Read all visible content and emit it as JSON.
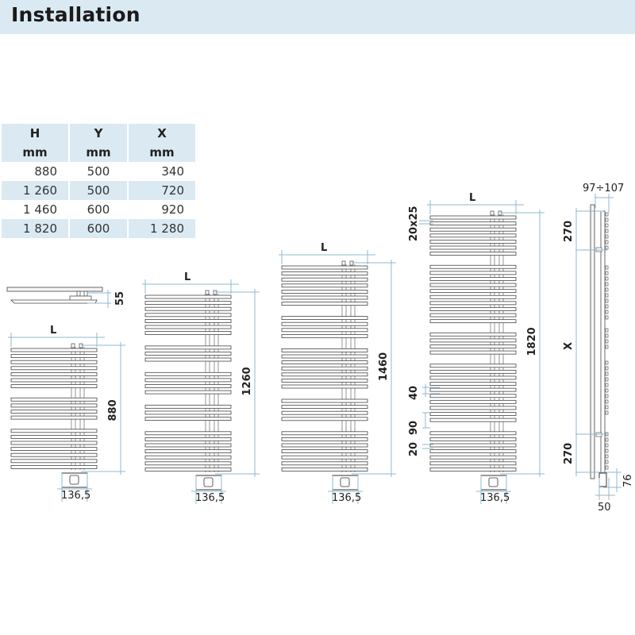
{
  "header": {
    "title": "Installation"
  },
  "table": {
    "columns": [
      {
        "name": "H",
        "unit": "mm"
      },
      {
        "name": "Y",
        "unit": "mm"
      },
      {
        "name": "X",
        "unit": "mm"
      }
    ],
    "rows": [
      [
        "880",
        "500",
        "340"
      ],
      [
        "1 260",
        "500",
        "720"
      ],
      [
        "1 460",
        "600",
        "920"
      ],
      [
        "1 820",
        "600",
        "1 280"
      ]
    ]
  },
  "colors": {
    "accent_light_blue": "#dbeaf2",
    "dimension_line": "#8fb8d0",
    "drawing_line": "#444444"
  },
  "drawings": {
    "top_view": {
      "depth_label": "55"
    },
    "radiators": [
      {
        "height_label": "880",
        "width_label": "L",
        "connector_label": "136,5",
        "bar_groups": [
          7,
          4,
          7
        ]
      },
      {
        "height_label": "1260",
        "width_label": "L",
        "connector_label": "136,5",
        "bar_groups": [
          7,
          3,
          4,
          3,
          7
        ]
      },
      {
        "height_label": "1460",
        "width_label": "L",
        "connector_label": "136,5",
        "bar_groups": [
          7,
          4,
          7,
          4,
          7
        ]
      },
      {
        "height_label": "1820",
        "width_label": "L",
        "connector_label": "136,5",
        "bar_groups": [
          7,
          10,
          4,
          10,
          7
        ],
        "tube_label": "20x25",
        "spacing_label": "40",
        "gap_label": "90",
        "bar_label": "20"
      }
    ],
    "side_view": {
      "depth_label": "97÷107",
      "top_offset_label": "270",
      "x_label": "X",
      "bottom_offset_label": "270",
      "element_height_label": "76",
      "element_width_label": "50"
    }
  }
}
